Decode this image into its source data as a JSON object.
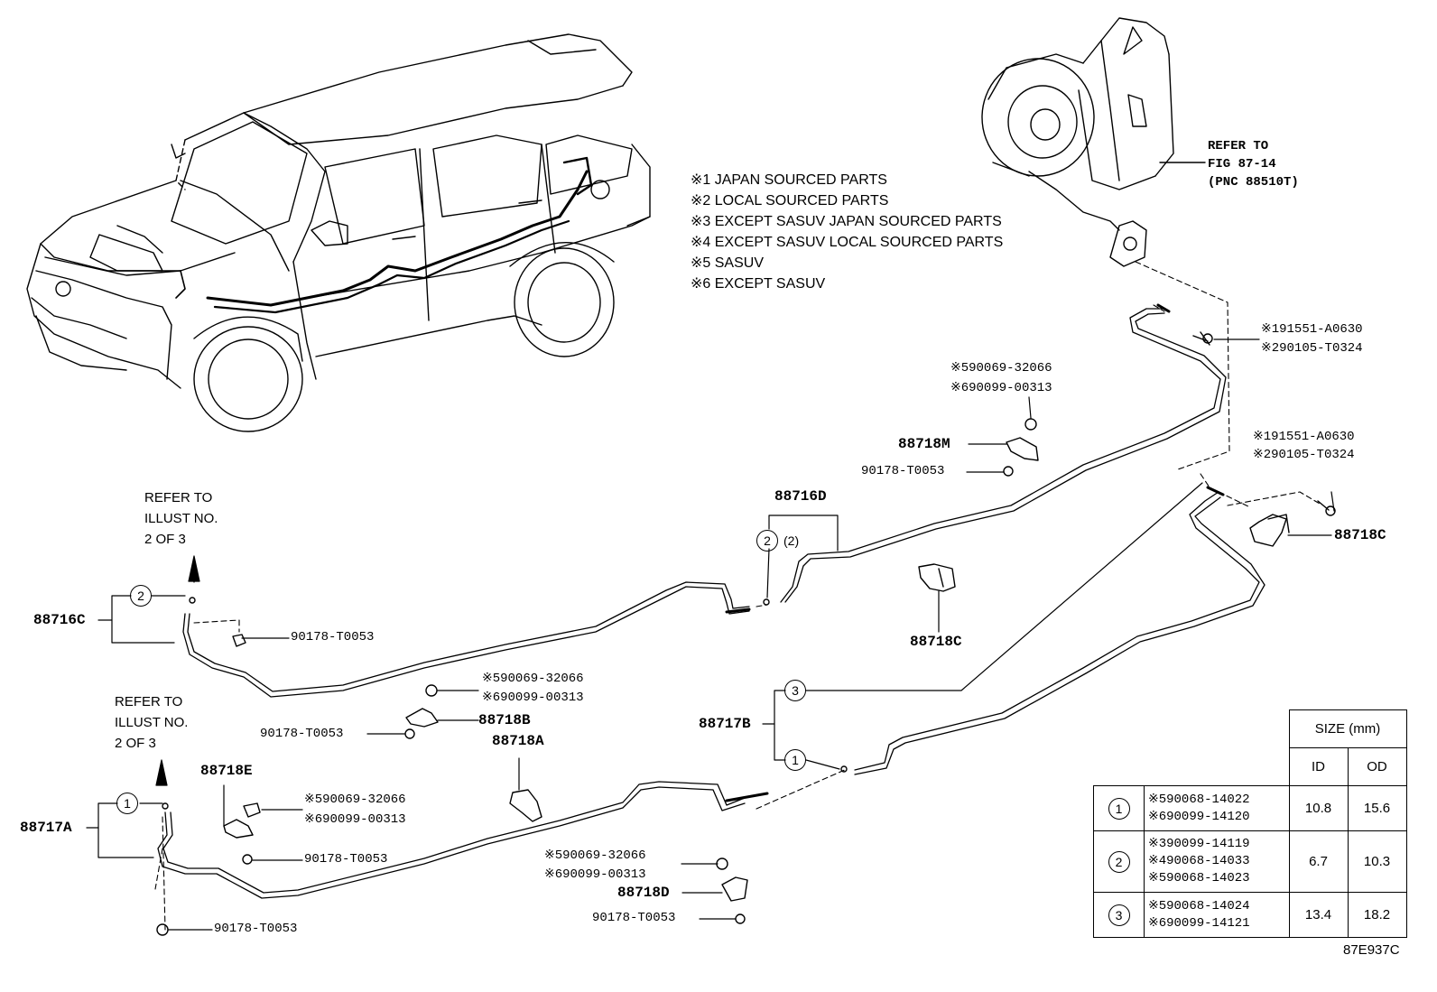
{
  "notes": [
    "※1 JAPAN SOURCED PARTS",
    "※2 LOCAL SOURCED PARTS",
    "※3 EXCEPT SASUV JAPAN SOURCED PARTS",
    "※4 EXCEPT SASUV LOCAL SOURCED PARTS",
    "※5 SASUV",
    "※6 EXCEPT SASUV"
  ],
  "refer_fig": [
    "REFER TO",
    "FIG 87-14",
    "(PNC 88510T)"
  ],
  "refer_illust": [
    "REFER TO",
    "ILLUST NO.",
    "2 OF 3"
  ],
  "labels": {
    "p88716c": "88716C",
    "p88716d": "88716D",
    "p88717a": "88717A",
    "p88717b": "88717B",
    "p88718a": "88718A",
    "p88718b": "88718B",
    "p88718c": "88718C",
    "p88718d": "88718D",
    "p88718e": "88718E",
    "p88718m": "88718M",
    "nut": "90178-T0053",
    "bolt_jp": "※191551-A0630",
    "bolt_local": "※290105-T0324",
    "clamp_sasuv": "※590069-32066",
    "clamp_except": "※690099-00313",
    "qty2": "(2)",
    "circ1": "1",
    "circ2": "2",
    "circ3": "3"
  },
  "size_table": {
    "header_size": "SIZE (mm)",
    "header_id": "ID",
    "header_od": "OD",
    "rows": [
      {
        "mark": "1",
        "parts": [
          "※590068-14022",
          "※690099-14120"
        ],
        "id": "10.8",
        "od": "15.6"
      },
      {
        "mark": "2",
        "parts": [
          "※390099-14119",
          "※490068-14033",
          "※590068-14023"
        ],
        "id": "6.7",
        "od": "10.3"
      },
      {
        "mark": "3",
        "parts": [
          "※590068-14024",
          "※690099-14121"
        ],
        "id": "13.4",
        "od": "18.2"
      }
    ]
  },
  "figure_code": "87E937C"
}
